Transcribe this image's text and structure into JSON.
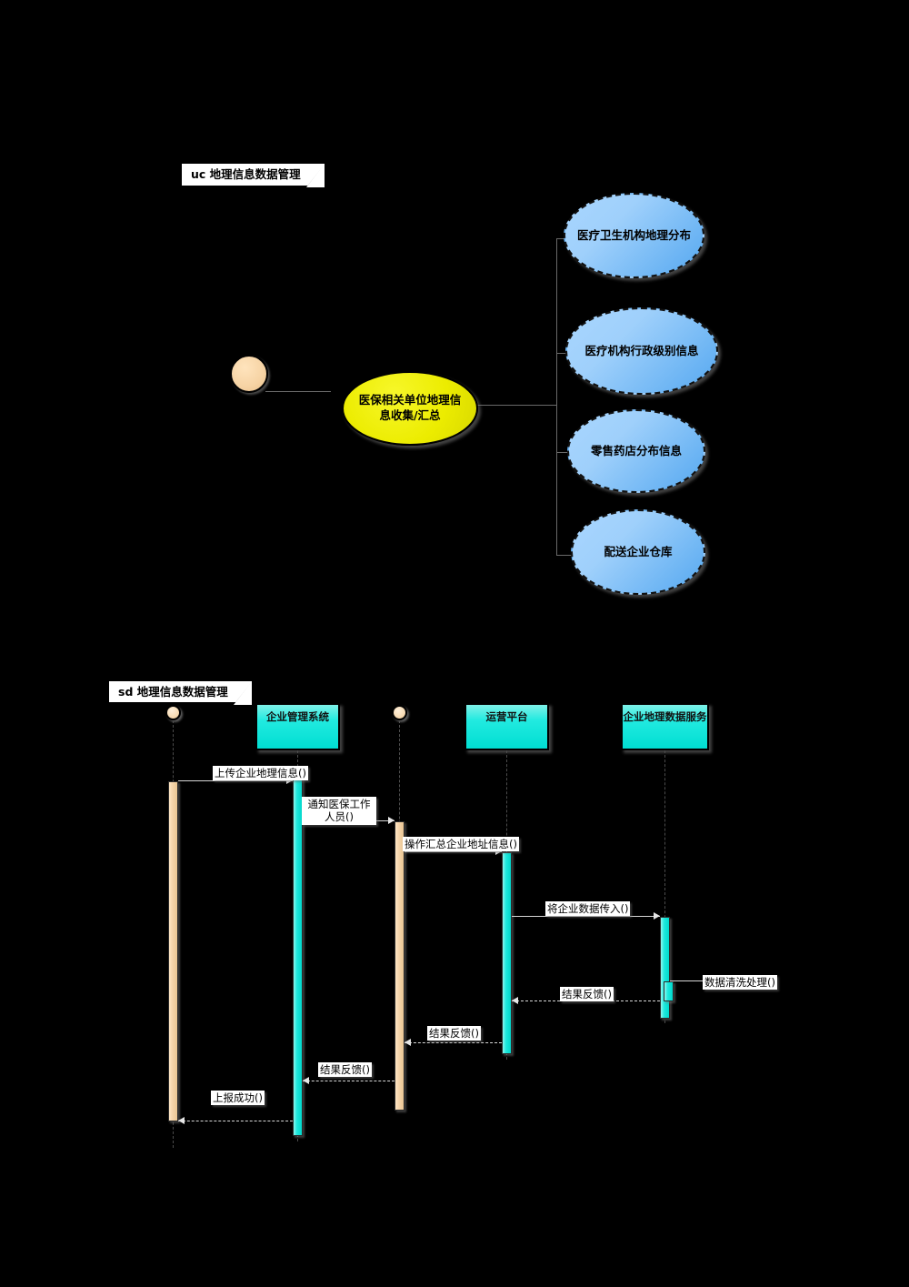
{
  "usecase_frame": {
    "label": "uc 地理信息数据管理",
    "actor_name": "",
    "central_usecase": "医保相关单位地理信息收集/汇总",
    "usecases": [
      {
        "label": "医疗卫生机构地理分布"
      },
      {
        "label": "医疗机构行政级别信息"
      },
      {
        "label": "零售药店分布信息"
      },
      {
        "label": "配送企业仓库"
      }
    ]
  },
  "sequence_frame": {
    "label": "sd 地理信息数据管理",
    "lifelines": [
      {
        "name": "",
        "type": "actor"
      },
      {
        "name": "企业管理系统",
        "type": "object"
      },
      {
        "name": "",
        "type": "actor"
      },
      {
        "name": "运营平台",
        "type": "object"
      },
      {
        "name": "企业地理数据服务",
        "type": "object"
      }
    ],
    "messages": [
      {
        "label": "上传企业地理信息()",
        "kind": "call"
      },
      {
        "label": "通知医保工作人员()",
        "kind": "call"
      },
      {
        "label": "操作汇总企业地址信息()",
        "kind": "call"
      },
      {
        "label": "将企业数据传入()",
        "kind": "call"
      },
      {
        "label": "数据清洗处理()",
        "kind": "self"
      },
      {
        "label": "结果反馈()",
        "kind": "return"
      },
      {
        "label": "结果反馈()",
        "kind": "return"
      },
      {
        "label": "结果反馈()",
        "kind": "return"
      },
      {
        "label": "上报成功()",
        "kind": "return"
      }
    ]
  },
  "colors": {
    "usecase_blue": "#7fc4f5",
    "usecase_yellow": "#ecec00",
    "lifeline_cyan": "#00ded2",
    "actor_tan": "#f6d3a4",
    "background": "#000000"
  }
}
